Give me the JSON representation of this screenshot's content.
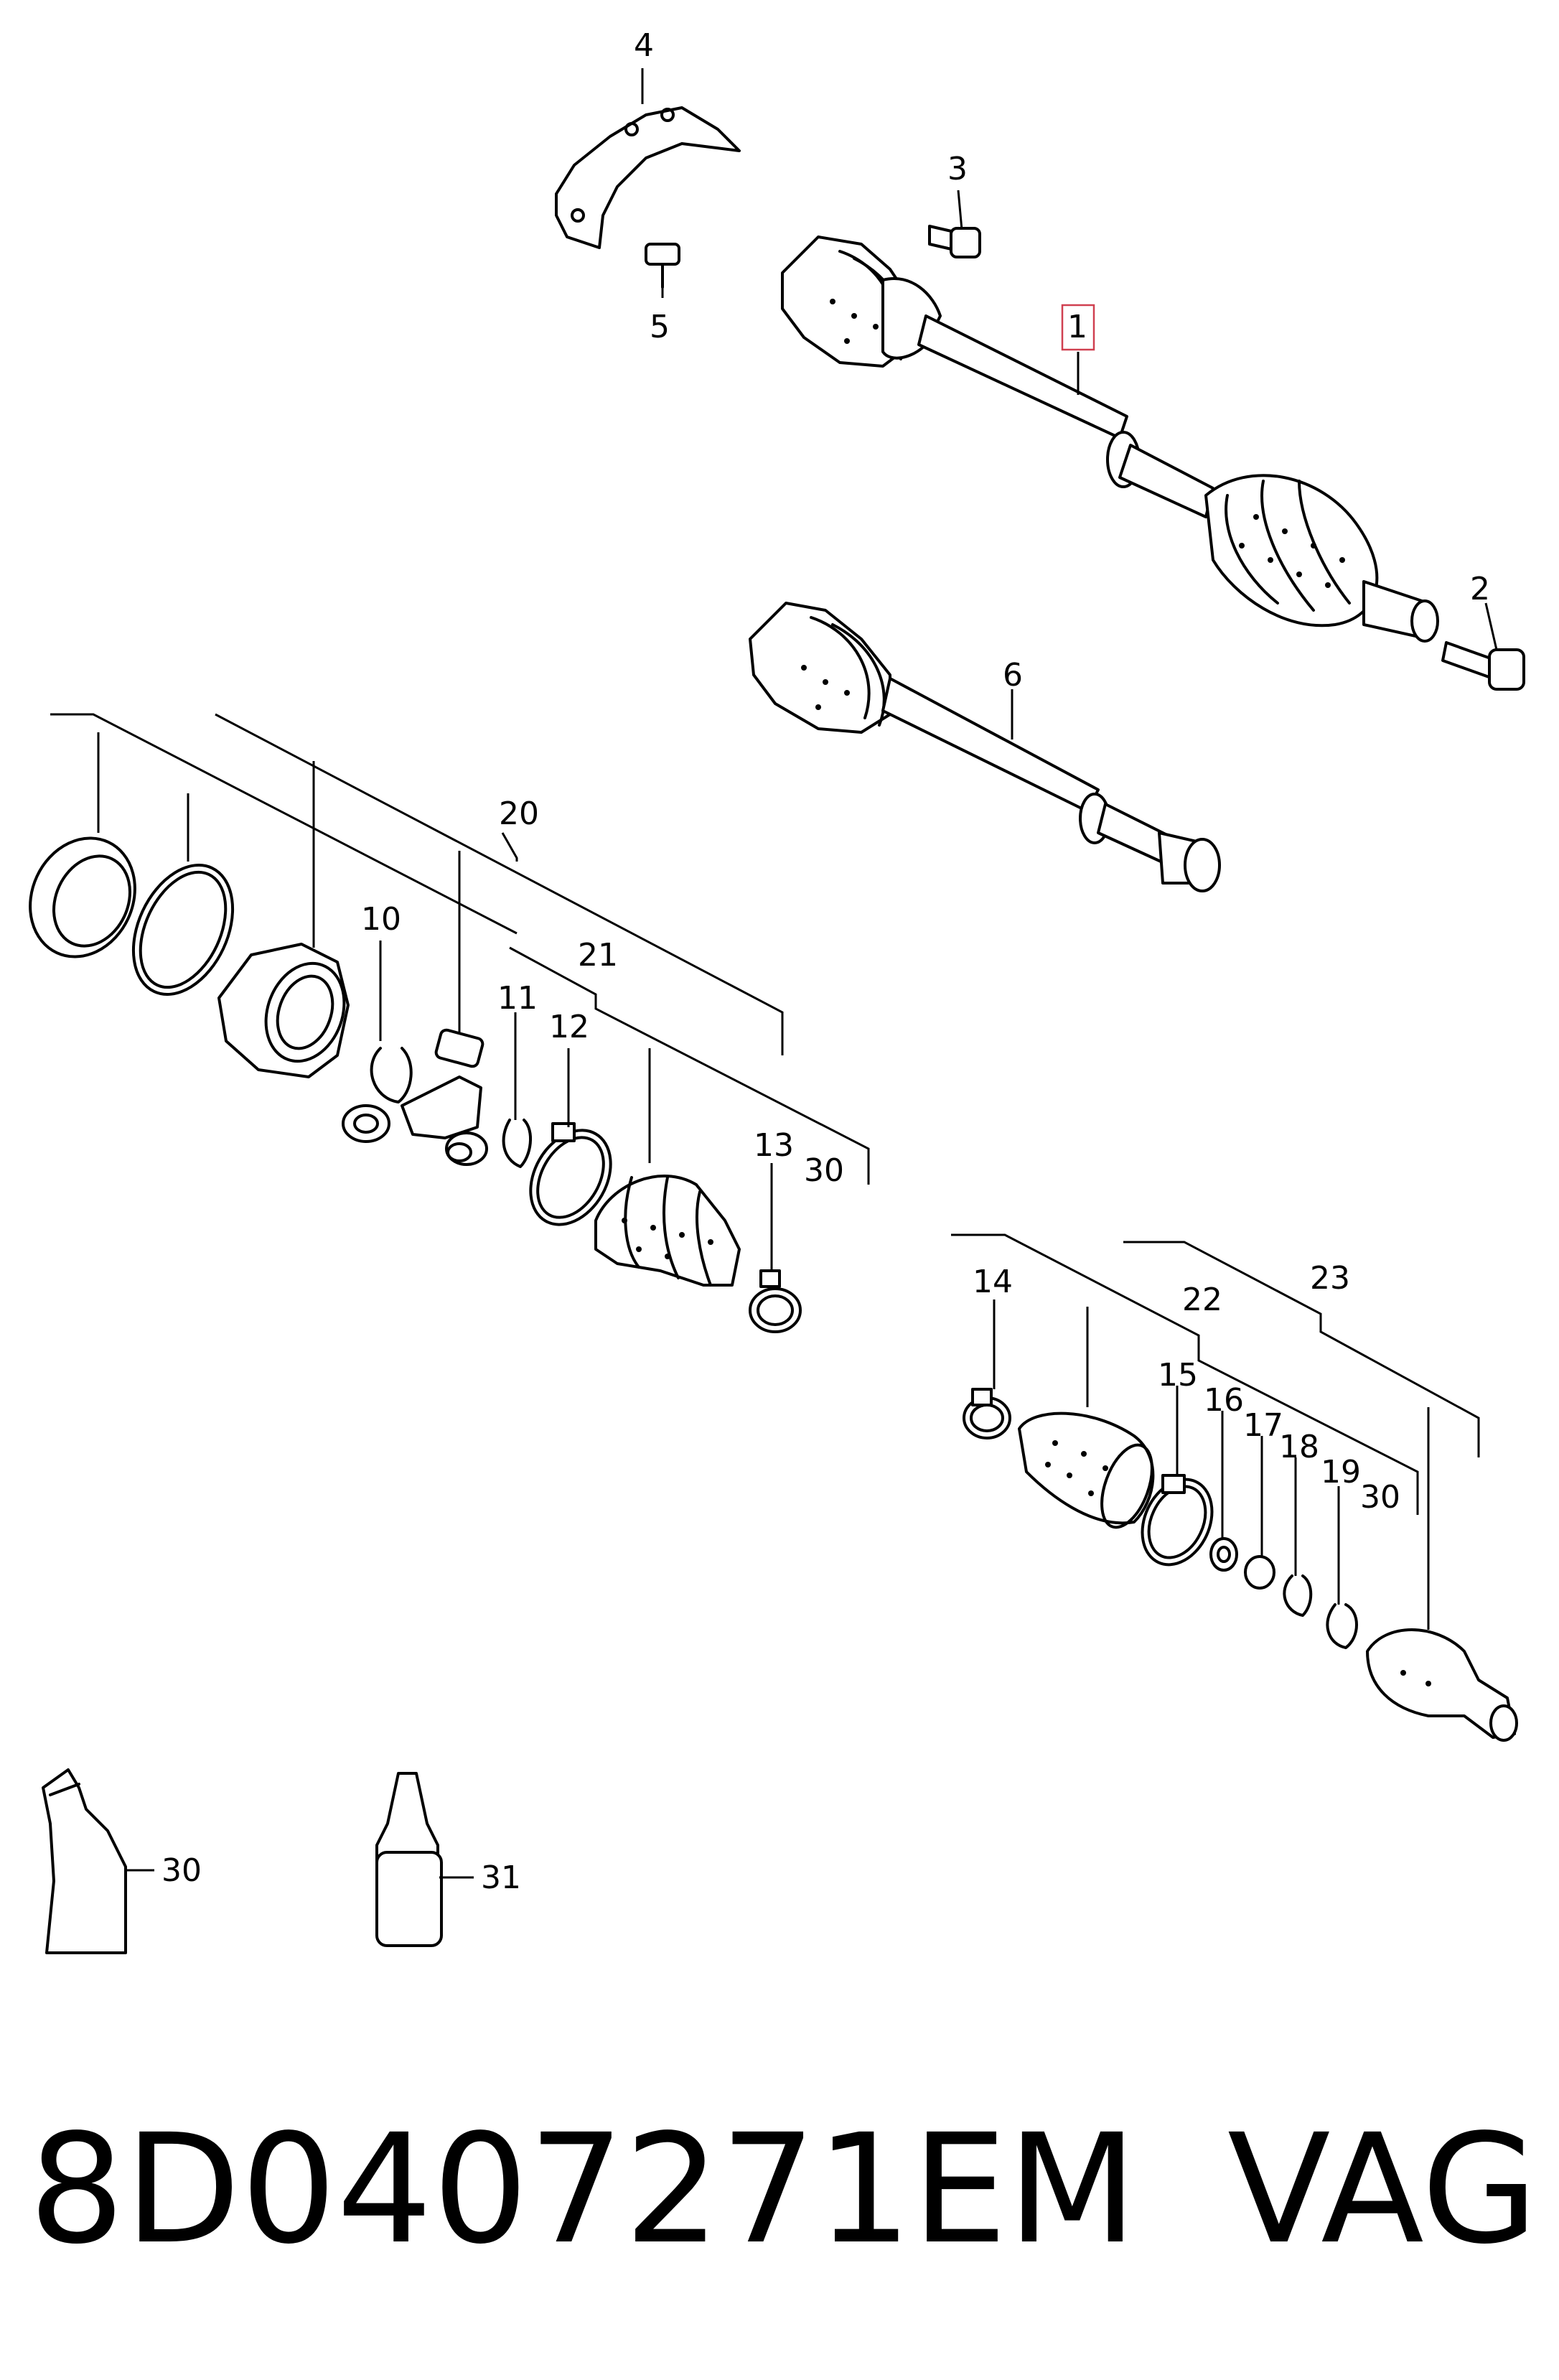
{
  "diagram": {
    "callouts": [
      {
        "id": "c1",
        "label": "1",
        "highlighted": true
      },
      {
        "id": "c2",
        "label": "2"
      },
      {
        "id": "c3",
        "label": "3"
      },
      {
        "id": "c4",
        "label": "4"
      },
      {
        "id": "c5",
        "label": "5"
      },
      {
        "id": "c6",
        "label": "6"
      },
      {
        "id": "c10",
        "label": "10"
      },
      {
        "id": "c11",
        "label": "11"
      },
      {
        "id": "c12",
        "label": "12"
      },
      {
        "id": "c13",
        "label": "13"
      },
      {
        "id": "c14",
        "label": "14"
      },
      {
        "id": "c15",
        "label": "15"
      },
      {
        "id": "c16",
        "label": "16"
      },
      {
        "id": "c17",
        "label": "17"
      },
      {
        "id": "c18",
        "label": "18"
      },
      {
        "id": "c19",
        "label": "19"
      },
      {
        "id": "c20",
        "label": "20"
      },
      {
        "id": "c21",
        "label": "21"
      },
      {
        "id": "c22",
        "label": "22"
      },
      {
        "id": "c23",
        "label": "23"
      },
      {
        "id": "c30a",
        "label": "30"
      },
      {
        "id": "c30b",
        "label": "30"
      },
      {
        "id": "c30c",
        "label": "30"
      },
      {
        "id": "c31",
        "label": "31"
      }
    ],
    "highlight_color": "#d04050"
  },
  "caption": {
    "part_number": "8D0407271EM",
    "brand": "VAG"
  }
}
